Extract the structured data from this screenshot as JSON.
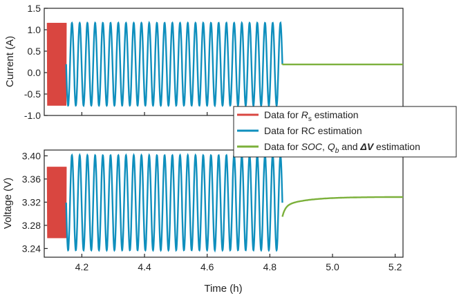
{
  "chart_data": [
    {
      "type": "line",
      "ylabel": "Current (A)",
      "xlim": [
        4.08,
        5.225
      ],
      "ylim": [
        -1.0,
        1.5
      ],
      "yticks": [
        "1.5",
        "1.0",
        "0.5",
        "0.0",
        "-0.5",
        "-1.0"
      ],
      "grid": false,
      "series": [
        {
          "color": "#d94640",
          "x_range": [
            4.09,
            4.15
          ],
          "description_values": {
            "min": -0.77,
            "max": 1.16
          }
        },
        {
          "color": "#0f8fbd",
          "x_range": [
            4.15,
            4.84
          ],
          "description_values": {
            "min": -0.77,
            "max": 1.16,
            "cycles": 28
          }
        },
        {
          "color": "#7bb03a",
          "x_range": [
            4.84,
            5.225
          ],
          "description_values": {
            "value": 0.19
          }
        }
      ]
    },
    {
      "type": "line",
      "xlabel": "Time (h)",
      "ylabel": "Voltage (V)",
      "xlim": [
        4.08,
        5.225
      ],
      "ylim": [
        3.225,
        3.41
      ],
      "xticks": [
        "4.2",
        "4.4",
        "4.6",
        "4.8",
        "5.0",
        "5.2"
      ],
      "yticks": [
        "3.40",
        "3.36",
        "3.32",
        "3.28",
        "3.24"
      ],
      "grid": false,
      "series": [
        {
          "color": "#d94640",
          "x_range": [
            4.09,
            4.15
          ],
          "description_values": {
            "min": 3.258,
            "max": 3.381
          }
        },
        {
          "color": "#0f8fbd",
          "x_range": [
            4.15,
            4.84
          ],
          "description_values": {
            "min": 3.237,
            "max": 3.401,
            "cycles": 28
          }
        },
        {
          "color": "#7bb03a",
          "x_range": [
            4.84,
            5.225
          ],
          "description_values": {
            "start": 3.295,
            "end": 3.329
          }
        }
      ]
    }
  ],
  "legend": {
    "placement": "right, between panels",
    "entries": [
      {
        "color": "#d94640",
        "prefix": "Data for ",
        "italic": "R",
        "sub": "s",
        "suffix": " estimation"
      },
      {
        "color": "#0f8fbd",
        "text": "Data for RC estimation"
      },
      {
        "color": "#7bb03a",
        "prefix": "Data for ",
        "italic": "SOC",
        "mid": ", ",
        "q": "Q",
        "qsub": "b",
        "and": " and ",
        "delta": "ΔV",
        "suffix": " estimation"
      }
    ]
  }
}
